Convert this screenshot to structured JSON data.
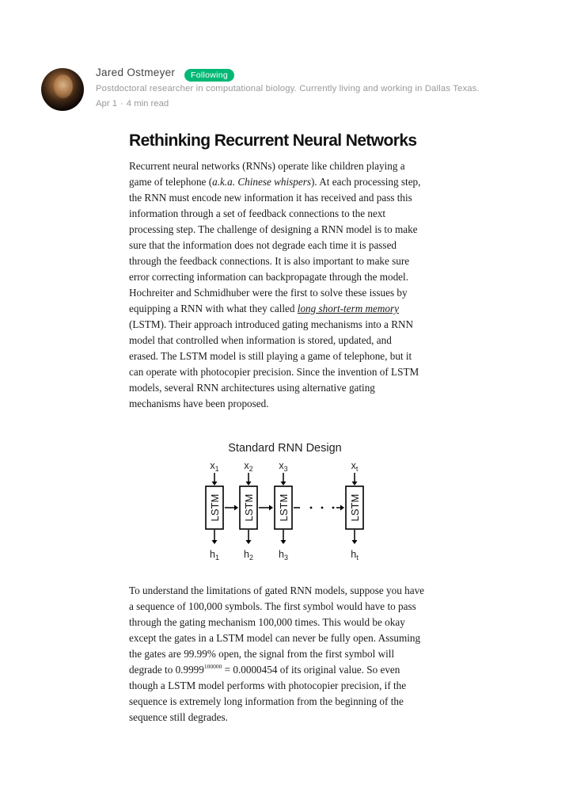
{
  "author": {
    "name": "Jared Ostmeyer",
    "follow_label": "Following",
    "bio": "Postdoctoral researcher in computational biology. Currently living and working in Dallas Texas.",
    "date": "Apr 1",
    "separator": "·",
    "read_time": "4 min read"
  },
  "article": {
    "title": "Rethinking Recurrent Neural Networks",
    "p1": {
      "l1": "Recurrent neural networks (RNNs) operate like children playing a",
      "l2a": "game of telephone (",
      "l2_em": "a.k.a. Chinese whispers",
      "l2b": "). At each processing step,",
      "l3": "the RNN must encode new information it has received and pass this",
      "l4": "information through a set of feedback connections to the next",
      "l5": "processing step. The challenge of designing a RNN model is to make",
      "l6": "sure that the information does not degrade each time it is passed",
      "l7": "through the feedback connections. It is also important to make sure",
      "l8": "error correcting information can backpropagate through the model.",
      "l9": "Hochreiter and Schmidhuber were the first to solve these issues by",
      "l10a": "equipping a RNN with what they called ",
      "l10_link": "long short-term memory",
      "l11": "(LSTM). Their approach introduced gating mechanisms into a RNN",
      "l12": "model that controlled when information is stored, updated, and",
      "l13": "erased. The LSTM model is still playing a game of telephone, but it",
      "l14": "can operate with photocopier precision. Since the invention of LSTM",
      "l15": "models, several RNN architectures using alternative gating",
      "l16": "mechanisms have been proposed."
    },
    "figure": {
      "title": "Standard RNN Design",
      "block_label": "LSTM",
      "inputs": [
        {
          "base": "x",
          "sub": "1"
        },
        {
          "base": "x",
          "sub": "2"
        },
        {
          "base": "x",
          "sub": "3"
        },
        {
          "base": "x",
          "sub": "t"
        }
      ],
      "outputs": [
        {
          "base": "h",
          "sub": "1"
        },
        {
          "base": "h",
          "sub": "2"
        },
        {
          "base": "h",
          "sub": "3"
        },
        {
          "base": "h",
          "sub": "t"
        }
      ]
    },
    "p2": {
      "l1": "To understand the limitations of gated RNN models, suppose you have",
      "l2": "a sequence of 100,000 symbols. The first symbol would have to pass",
      "l3": "through the gating mechanism 100,000 times. This would be okay",
      "l4": "except the gates in a LSTM model can never be fully open. Assuming",
      "l5": "the gates are 99.99% open, the signal from the first symbol will",
      "l6a": "degrade to 0.9999",
      "l6_sup": "100000",
      "l6b": " = 0.0000454 of its original value. So even",
      "l7": "though a LSTM model performs with photocopier precision, if the",
      "l8": "sequence is extremely long information from the beginning of the",
      "l9": "sequence still degrades."
    }
  }
}
